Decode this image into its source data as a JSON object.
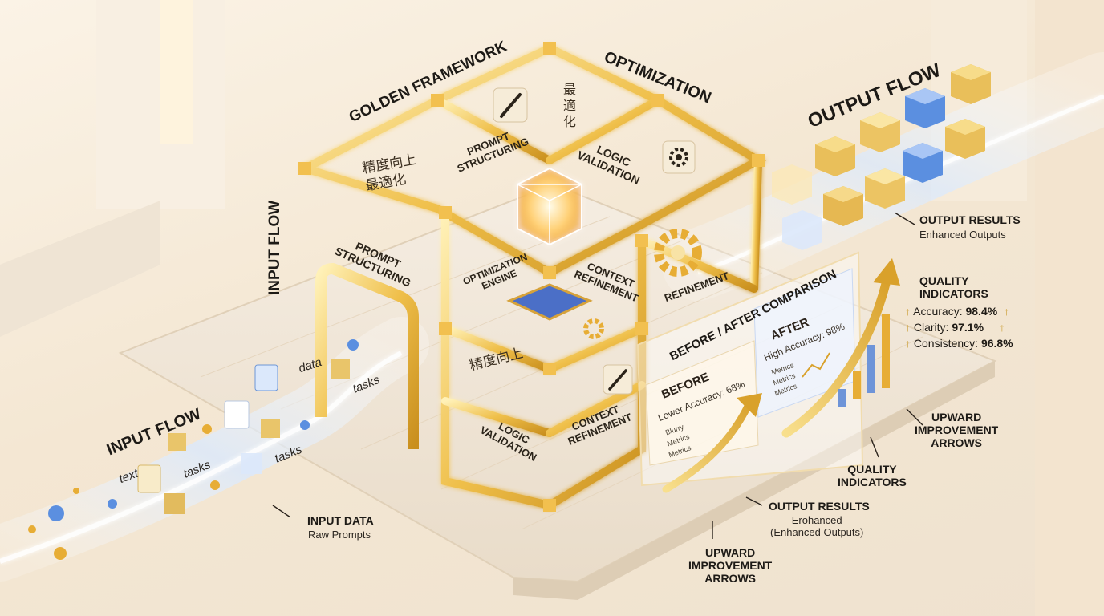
{
  "labels": {
    "golden_framework": "GOLDEN FRAMEWORK",
    "optimization": "OPTIMIZATION",
    "output_flow": "OUTPUT FLOW",
    "input_flow_vertical": "INPUT FLOW",
    "input_flow_stream": "INPUT FLOW",
    "before_after": "BEFORE / AFTER COMPARISON"
  },
  "cube_faces": {
    "prompt_structuring_top": "PROMPT\nSTRUCTURING",
    "logic_validation_top": "LOGIC\nVALIDATION",
    "prompt_structuring_side": "PROMPT\nSTRUCTURING",
    "optimization_engine": "OPTIMIZATION\nENGINE",
    "context_refinement_mid": "CONTEXT\nREFINEMENT",
    "refinement": "REFINEMENT",
    "logic_validation_bottom": "LOGIC\nVALIDATION",
    "context_refinement_bottom": "CONTEXT\nREFINEMENT"
  },
  "cjk": {
    "top_left": "精度向上\n最適化",
    "top_right": "最\n適\n化",
    "mid": "精度向上"
  },
  "stream_words": {
    "data": "data",
    "tasks_1": "tasks",
    "tasks_2": "tasks",
    "tasks_3": "tasks",
    "text": "text"
  },
  "comparison": {
    "before_title": "BEFORE",
    "before_sub": "Lower Accuracy: 68%",
    "before_items": [
      "Blurry",
      "Metrics",
      "Metrics"
    ],
    "after_title": "AFTER",
    "after_sub": "High Accuracy: 98%",
    "after_items": [
      "Metrics",
      "Metrics",
      "Metrics"
    ]
  },
  "callouts": {
    "output_results_title": "OUTPUT RESULTS",
    "output_results_sub": "Enhanced Outputs",
    "quality_title": "QUALITY\nINDICATORS",
    "quality_rows": [
      {
        "label": "Accuracy:",
        "value": "98.4%"
      },
      {
        "label": "Clarity:",
        "value": "97.1%"
      },
      {
        "label": "Consistency:",
        "value": "96.8%"
      }
    ],
    "upward_right": "UPWARD\nIMPROVEMENT\nARROWS",
    "quality_lower": "QUALITY\nINDICATORS",
    "output_results_lower_title": "OUTPUT RESULTS",
    "output_results_lower_sub": "Erohanced\n(Enhanced Outputs)",
    "upward_lower": "UPWARD\nIMPROVEMENT\nARROWS",
    "input_data_title": "INPUT DATA",
    "input_data_sub": "Raw Prompts"
  },
  "colors": {
    "gold": "#e8b640",
    "gold_light": "#f7dc8a",
    "flow_blue": "#cfe3ff",
    "accent_blue": "#5b8fe0"
  },
  "icons": [
    "brush-icon",
    "gear-icon",
    "document-icon",
    "checkbox-icon",
    "chip-icon",
    "growth-arrow-icon"
  ]
}
